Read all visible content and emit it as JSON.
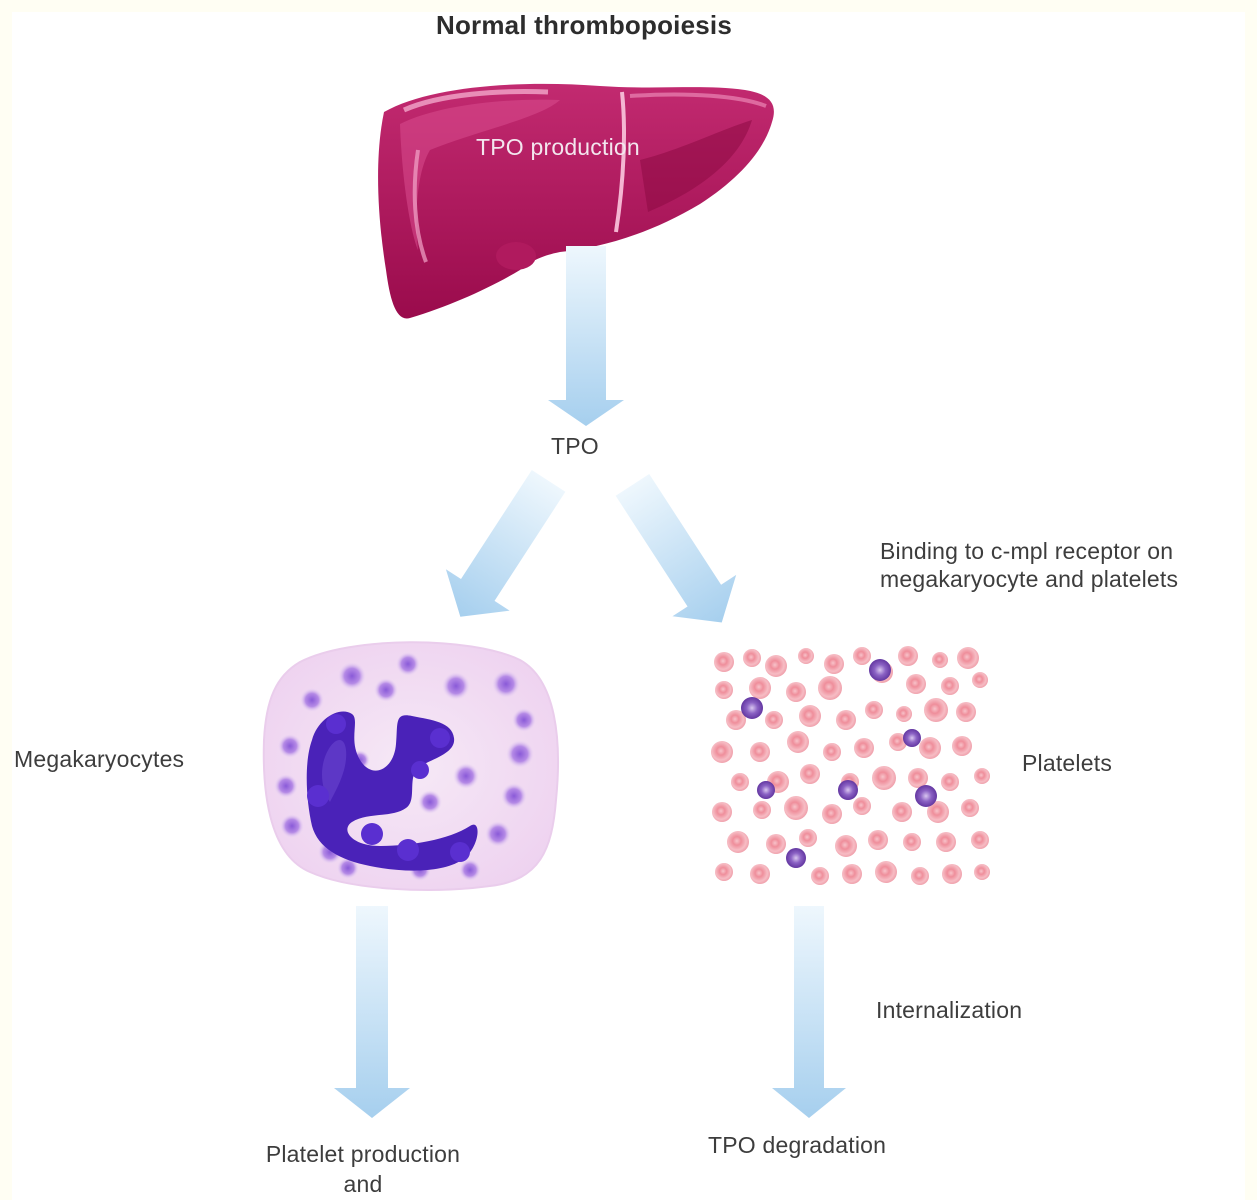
{
  "diagram": {
    "title": "Normal thrombopoiesis",
    "liver_label": "TPO production",
    "tpo_label": "TPO",
    "binding_line1": "Binding to c-mpl receptor on",
    "binding_line2": "megakaryocyte and platelets",
    "megakaryocytes_label": "Megakaryocytes",
    "platelets_label": "Platelets",
    "internalization_label": "Internalization",
    "platelet_production_line1": "Platelet production",
    "platelet_production_line2": "and",
    "degradation_label": "TPO degradation"
  },
  "colors": {
    "liver": "#b0105a",
    "liver_highlight": "#e373a6",
    "arrow": "#a9d3f0",
    "megakaryocyte_cell": "#f1dcf3",
    "megakaryocyte_nucleus": "#4a22b8",
    "platelet": "#f19aa6",
    "platelet_dark": "#6a3aa8"
  }
}
